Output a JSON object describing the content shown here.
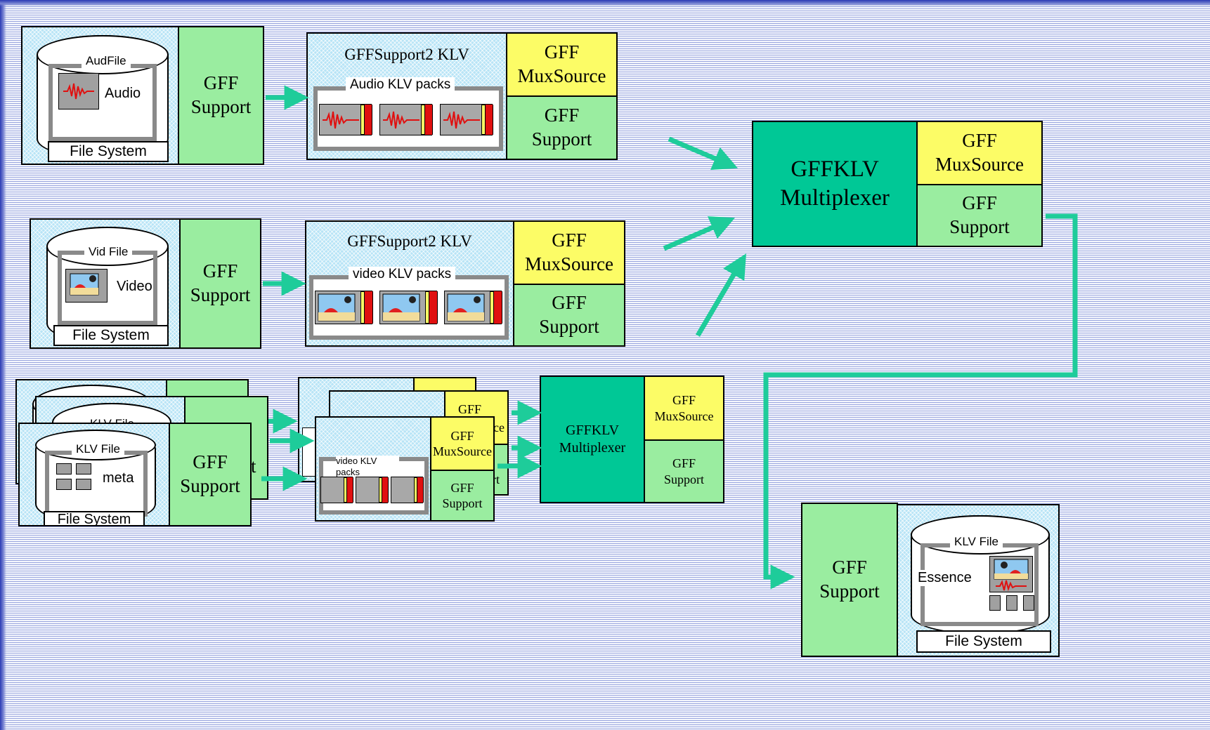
{
  "audio_source": {
    "file_label": "AudFile",
    "content_label": "Audio",
    "fs_label": "File System",
    "support": "GFF\nSupport"
  },
  "audio_klv": {
    "title": "GFFSupport2 KLV",
    "packs_label": "Audio KLV packs",
    "mux_source": "GFF\nMuxSource",
    "support": "GFF\nSupport"
  },
  "video_source": {
    "file_label": "Vid File",
    "content_label": "Video",
    "fs_label": "File System",
    "support": "GFF\nSupport"
  },
  "video_klv": {
    "title": "GFFSupport2 KLV",
    "packs_label": "video KLV packs",
    "mux_source": "GFF\nMuxSource",
    "support": "GFF\nSupport"
  },
  "main_mux": {
    "title": "GFFKLV\nMultiplexer",
    "mux_source": "GFF\nMuxSource",
    "support": "GFF\nSupport"
  },
  "stack_source": {
    "file_label": "KLV File",
    "file_label_back": "KLV File",
    "content_label": "meta",
    "fs_label": "File System",
    "support": "GFF\nSupport",
    "support_back_fragment": "rt"
  },
  "stack_klv": {
    "packs_label": "video KLV packs",
    "mux_source": "GFF\nMuxSource",
    "support": "GFF\nSupport",
    "back_fragment_rce": "rce",
    "back_fragment_gff": "GFF",
    "back_fragment_rt": "rt"
  },
  "sub_mux": {
    "title": "GFFKLV\nMultiplexer",
    "mux_source": "GFF\nMuxSource",
    "support": "GFF\nSupport"
  },
  "output": {
    "support": "GFF\nSupport",
    "file_label": "KLV File",
    "content_label": "Essence",
    "fs_label": "File System"
  },
  "colors": {
    "arrow": "#1ecc9a",
    "support": "#9aeda0",
    "mux_source": "#fcfc66",
    "multiplexer": "#00c896",
    "panel": "#b8e4f6"
  }
}
